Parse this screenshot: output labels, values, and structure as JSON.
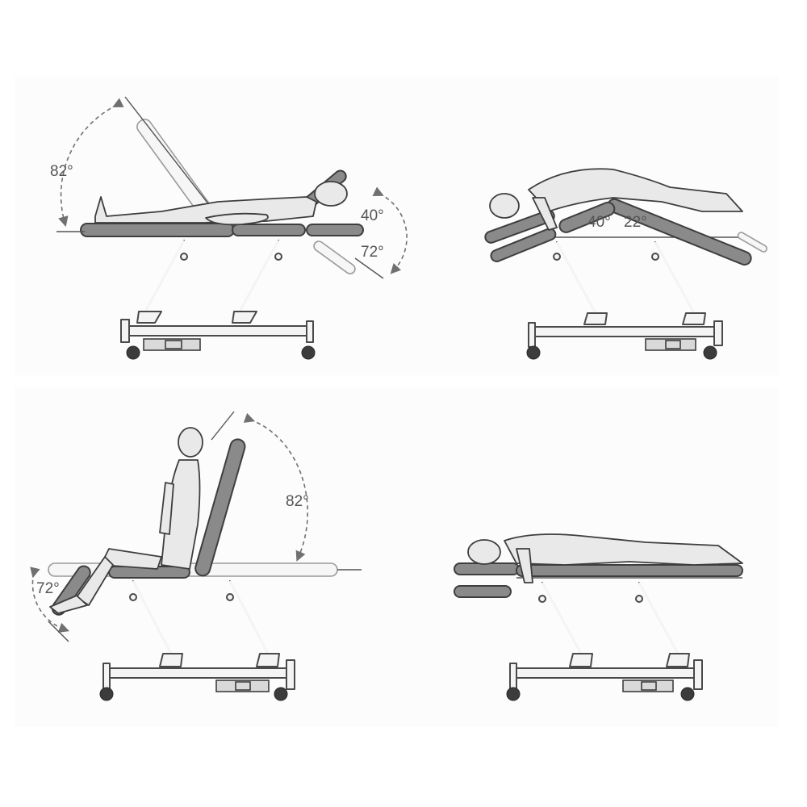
{
  "panels": [
    {
      "id": "supine",
      "angles": {
        "backrest_raise": "82°",
        "head_tilt": "40°",
        "head_drop": "72°"
      }
    },
    {
      "id": "prone-arched",
      "angles": {
        "head_section": "40°",
        "leg_section": "22°"
      }
    },
    {
      "id": "sitting",
      "angles": {
        "backrest_raise": "82°",
        "leg_drop": "72°"
      }
    },
    {
      "id": "prone-flat",
      "angles": {}
    }
  ],
  "colors": {
    "upholstery": "#8a8a8a",
    "frame": "#4a4a4a",
    "figure": "#e9e9e9",
    "annotation": "#707070"
  }
}
